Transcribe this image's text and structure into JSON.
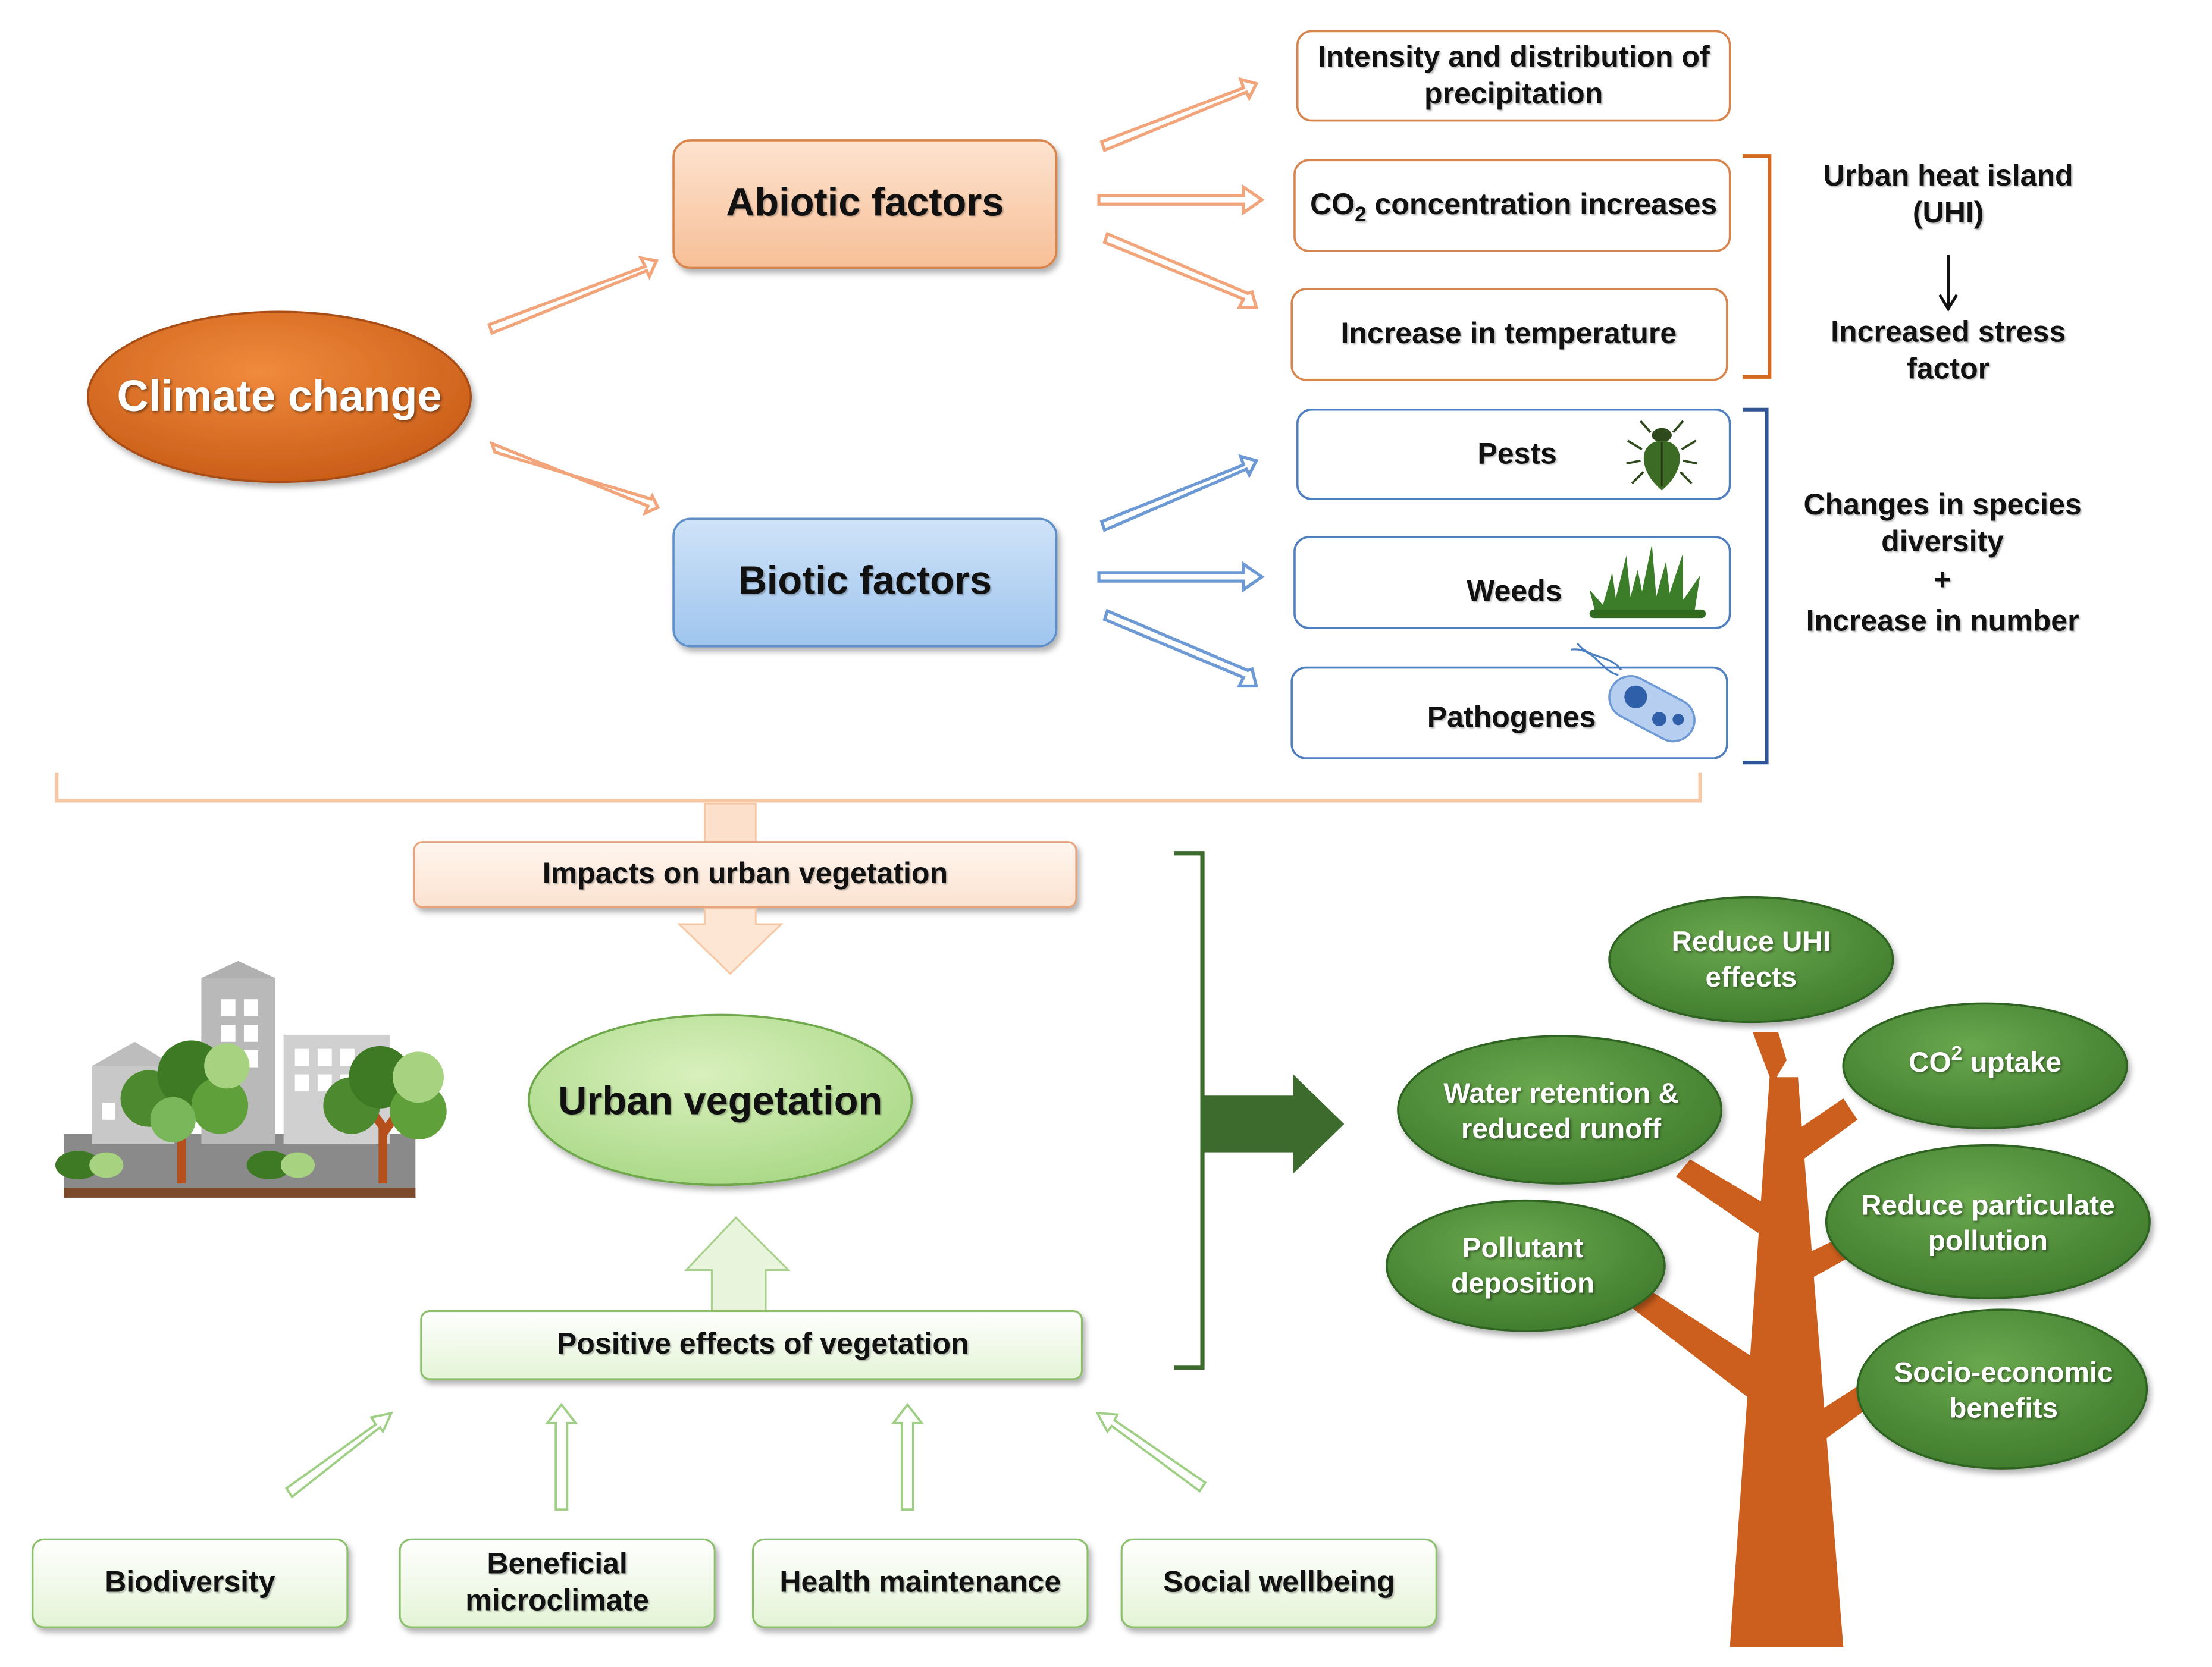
{
  "colors": {
    "orange_dark": "#d2691e",
    "orange_light": "#f9c9a6",
    "orange_arrow": "#f4a77c",
    "blue_box": "#a9cdf0",
    "blue_arrow": "#6a9ad6",
    "blue_bracket": "#2f5597",
    "green_dark": "#4a8a34",
    "green_light": "#c7e5a6",
    "green_pale": "#eef8e6",
    "trunk": "#d2691e"
  },
  "climate_change": "Climate change",
  "abiotic": {
    "title": "Abiotic factors",
    "items": [
      {
        "text": "Intensity and distribution of precipitation"
      },
      {
        "prefix": "CO",
        "sub": "2",
        "suffix": " concentration increases"
      },
      {
        "text": "Increase in temperature"
      }
    ],
    "effect": {
      "top": "Urban heat island (UHI)",
      "bottom": "Increased stress factor"
    }
  },
  "biotic": {
    "title": "Biotic factors",
    "items": [
      {
        "text": "Pests",
        "icon": "bug-icon"
      },
      {
        "text": "Weeds",
        "icon": "grass-icon"
      },
      {
        "text": "Pathogenes",
        "icon": "bacteria-icon"
      }
    ],
    "effect": {
      "line1": "Changes in species diversity",
      "plus": "+",
      "line2": "Increase in number"
    }
  },
  "impacts_label": "Impacts on urban vegetation",
  "urban_vegetation": "Urban vegetation",
  "positive_effects_label": "Positive effects of vegetation",
  "benefits": [
    "Biodiversity",
    "Beneficial microclimate",
    "Health maintenance",
    "Social wellbeing"
  ],
  "tree_leaves": {
    "reduce_uhi": "Reduce UHI effects",
    "water_retention": "Water retention & reduced runoff",
    "co2_prefix": "CO",
    "co2_sup": "2",
    "co2_suffix": " uptake",
    "particulate": "Reduce particulate pollution",
    "pollutant": "Pollutant deposition",
    "socio": "Socio-economic benefits"
  }
}
